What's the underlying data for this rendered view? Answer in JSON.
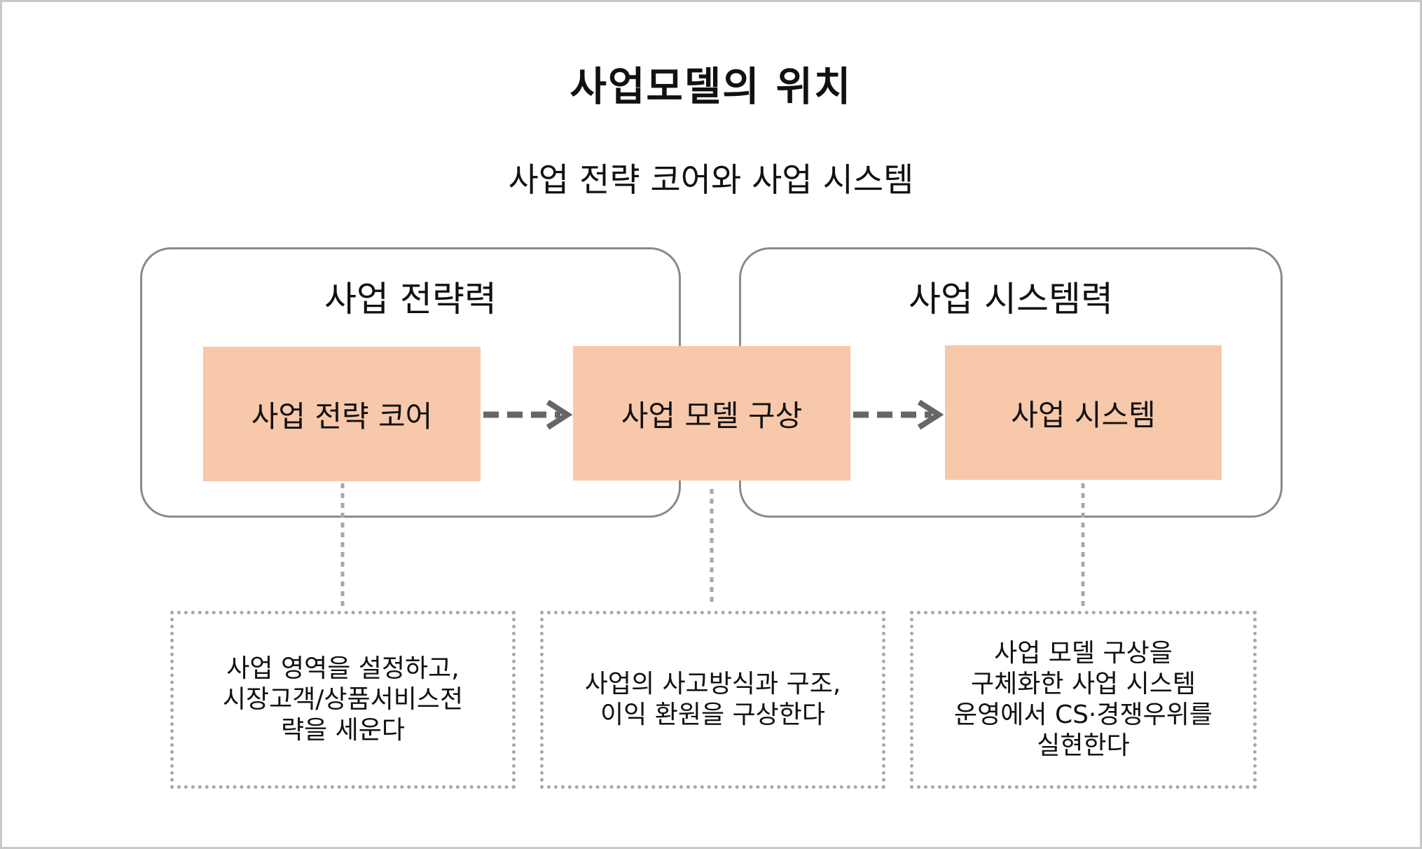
{
  "diagram": {
    "title": "사업모델의 위치",
    "subtitle": "사업 전략 코어와 사업 시스템",
    "groups": [
      {
        "label": "사업 전략력"
      },
      {
        "label": "사업 시스템력"
      }
    ],
    "nodes": [
      {
        "label": "사업 전략 코어"
      },
      {
        "label": "사업 모델 구상"
      },
      {
        "label": "사업 시스템"
      }
    ],
    "descriptions": [
      {
        "text": "사업 영역을 설정하고,\n시장고객/상품서비스전\n략을 세운다"
      },
      {
        "text": "사업의 사고방식과 구조,\n이익 환원을 구상한다"
      },
      {
        "text": "사업 모델 구상을\n구체화한 사업 시스템\n운영에서 CS·경쟁우위를\n실현한다"
      }
    ],
    "colors": {
      "node_fill": "#f7c8aa",
      "group_border": "#8a8a8a",
      "arrow": "#666666",
      "dotted": "#a8a8a8"
    }
  }
}
